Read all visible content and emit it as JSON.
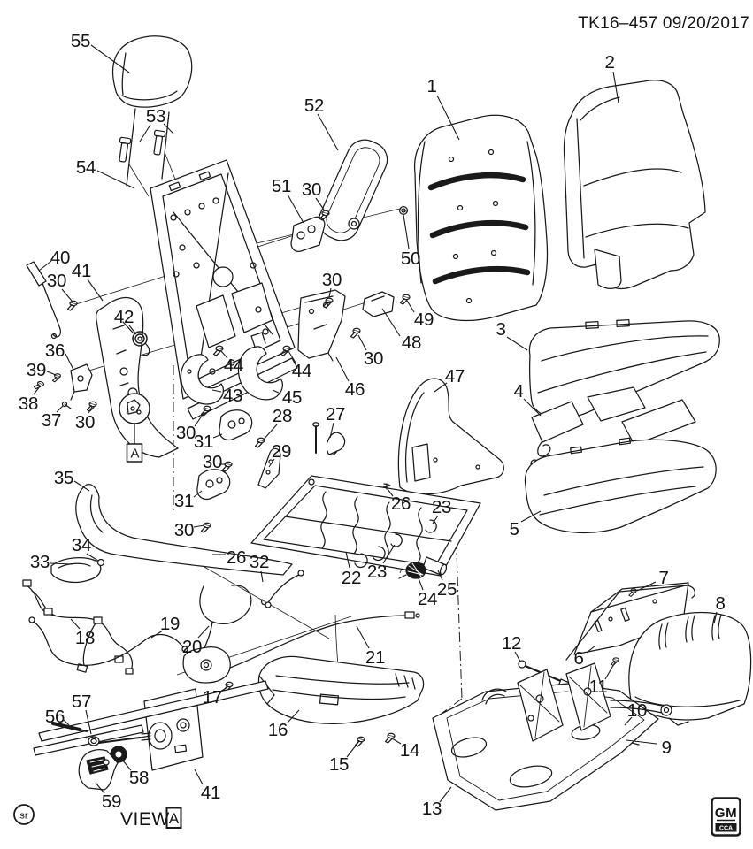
{
  "title": "TK16–457 09/20/2017",
  "view": {
    "prefix": "VIEW",
    "letter": "A"
  },
  "detail_marker": {
    "letter": "A"
  },
  "stamp": "sr",
  "logo": {
    "primary": "GM",
    "secondary": "CCA"
  },
  "colors": {
    "ink": "#1a1a1a",
    "background": "#ffffff"
  },
  "callouts": [
    {
      "n": "55",
      "t": [
        91,
        46
      ],
      "l": [
        [
          103,
          51
        ],
        [
          146,
          82
        ]
      ]
    },
    {
      "n": "53",
      "t": [
        176,
        131
      ],
      "l": [
        [
          170,
          141
        ],
        [
          158,
          160
        ]
      ],
      "l2": [
        [
          185,
          140
        ],
        [
          196,
          151
        ]
      ]
    },
    {
      "n": "54",
      "t": [
        97,
        189
      ],
      "l": [
        [
          110,
          193
        ],
        [
          152,
          213
        ]
      ]
    },
    {
      "n": "52",
      "t": [
        355,
        119
      ],
      "l": [
        [
          359,
          129
        ],
        [
          382,
          170
        ]
      ]
    },
    {
      "n": "30",
      "t": [
        352,
        214
      ],
      "l": [
        [
          357,
          224
        ],
        [
          366,
          237
        ]
      ]
    },
    {
      "n": "51",
      "t": [
        318,
        210
      ],
      "l": [
        [
          325,
          220
        ],
        [
          343,
          252
        ]
      ]
    },
    {
      "n": "50",
      "t": [
        464,
        292
      ],
      "l": [
        [
          462,
          281
        ],
        [
          456,
          243
        ]
      ]
    },
    {
      "n": "1",
      "t": [
        488,
        97
      ],
      "l": [
        [
          494,
          108
        ],
        [
          519,
          158
        ]
      ]
    },
    {
      "n": "2",
      "t": [
        689,
        70
      ],
      "l": [
        [
          693,
          81
        ],
        [
          699,
          116
        ]
      ]
    },
    {
      "n": "40",
      "t": [
        68,
        291
      ],
      "l": [
        [
          58,
          295
        ],
        [
          44,
          306
        ]
      ]
    },
    {
      "n": "30",
      "t": [
        64,
        317
      ],
      "l": [
        [
          70,
          327
        ],
        [
          81,
          340
        ]
      ]
    },
    {
      "n": "41",
      "t": [
        92,
        306
      ],
      "l": [
        [
          99,
          316
        ],
        [
          116,
          340
        ]
      ]
    },
    {
      "n": "42",
      "t": [
        140,
        358
      ],
      "l": [
        [
          146,
          368
        ],
        [
          154,
          378
        ]
      ]
    },
    {
      "n": "36",
      "t": [
        62,
        396
      ],
      "l": [
        [
          74,
          400
        ],
        [
          83,
          418
        ]
      ]
    },
    {
      "n": "39",
      "t": [
        41,
        418
      ],
      "l": [
        [
          53,
          420
        ],
        [
          63,
          424
        ]
      ]
    },
    {
      "n": "38",
      "t": [
        32,
        456
      ],
      "l": [
        [
          38,
          446
        ],
        [
          45,
          437
        ]
      ]
    },
    {
      "n": "37",
      "t": [
        58,
        475
      ],
      "l": [
        [
          64,
          466
        ],
        [
          71,
          459
        ]
      ]
    },
    {
      "n": "30",
      "t": [
        96,
        477
      ],
      "l": [
        [
          100,
          467
        ],
        [
          104,
          460
        ]
      ]
    },
    {
      "n": "44",
      "t": [
        264,
        413
      ],
      "l": [
        [
          257,
          405
        ],
        [
          250,
          397
        ]
      ]
    },
    {
      "n": "43",
      "t": [
        263,
        447
      ],
      "l": [
        [
          250,
          443
        ],
        [
          240,
          441
        ]
      ]
    },
    {
      "n": "44",
      "t": [
        341,
        419
      ],
      "l": [
        [
          334,
          410
        ],
        [
          326,
          397
        ]
      ]
    },
    {
      "n": "45",
      "t": [
        330,
        449
      ],
      "l": [
        [
          317,
          445
        ],
        [
          308,
          441
        ]
      ]
    },
    {
      "n": "46",
      "t": [
        401,
        440
      ],
      "l": [
        [
          394,
          431
        ],
        [
          380,
          404
        ]
      ]
    },
    {
      "n": "30",
      "t": [
        375,
        316
      ],
      "l": [
        [
          374,
          326
        ],
        [
          372,
          336
        ]
      ]
    },
    {
      "n": "48",
      "t": [
        465,
        387
      ],
      "l": [
        [
          452,
          380
        ],
        [
          432,
          349
        ]
      ]
    },
    {
      "n": "49",
      "t": [
        479,
        361
      ],
      "l": [
        [
          468,
          353
        ],
        [
          460,
          340
        ]
      ]
    },
    {
      "n": "30",
      "t": [
        422,
        405
      ],
      "l": [
        [
          414,
          396
        ],
        [
          405,
          379
        ]
      ]
    },
    {
      "n": "47",
      "t": [
        514,
        425
      ],
      "l": [
        [
          505,
          433
        ],
        [
          491,
          443
        ]
      ]
    },
    {
      "n": "3",
      "t": [
        566,
        372
      ],
      "l": [
        [
          573,
          381
        ],
        [
          596,
          396
        ]
      ]
    },
    {
      "n": "4",
      "t": [
        586,
        442
      ],
      "l": [
        [
          592,
          451
        ],
        [
          611,
          470
        ]
      ]
    },
    {
      "n": "5",
      "t": [
        581,
        598
      ],
      "l": [
        [
          589,
          590
        ],
        [
          611,
          578
        ]
      ]
    },
    {
      "n": "28",
      "t": [
        319,
        470
      ],
      "l": [
        [
          313,
          480
        ],
        [
          297,
          498
        ]
      ]
    },
    {
      "n": "27",
      "t": [
        379,
        468
      ],
      "l": [
        [
          377,
          478
        ],
        [
          373,
          495
        ]
      ]
    },
    {
      "n": "29",
      "t": [
        318,
        510
      ],
      "l": [
        [
          310,
          519
        ],
        [
          304,
          528
        ]
      ]
    },
    {
      "n": "30",
      "t": [
        210,
        489
      ],
      "l": [
        [
          220,
          482
        ],
        [
          231,
          466
        ]
      ]
    },
    {
      "n": "31",
      "t": [
        230,
        499
      ],
      "l": [
        [
          241,
          495
        ],
        [
          251,
          491
        ]
      ]
    },
    {
      "n": "30",
      "t": [
        240,
        522
      ],
      "l": [
        [
          248,
          525
        ],
        [
          255,
          525
        ]
      ]
    },
    {
      "n": "31",
      "t": [
        208,
        566
      ],
      "l": [
        [
          219,
          562
        ],
        [
          228,
          555
        ]
      ]
    },
    {
      "n": "30",
      "t": [
        208,
        599
      ],
      "l": [
        [
          219,
          596
        ],
        [
          231,
          594
        ]
      ]
    },
    {
      "n": "26",
      "t": [
        453,
        569
      ],
      "l": [
        [
          444,
          561
        ],
        [
          438,
          553
        ]
      ]
    },
    {
      "n": "23",
      "t": [
        499,
        573
      ],
      "l": [
        [
          495,
          583
        ],
        [
          489,
          592
        ]
      ]
    },
    {
      "n": "23",
      "t": [
        426,
        646
      ],
      "l": [
        [
          433,
          637
        ],
        [
          446,
          616
        ]
      ]
    },
    {
      "n": "24",
      "t": [
        483,
        677
      ],
      "l": [
        [
          478,
          667
        ],
        [
          473,
          654
        ]
      ]
    },
    {
      "n": "25",
      "t": [
        505,
        666
      ],
      "l": [
        [
          500,
          656
        ],
        [
          495,
          645
        ]
      ]
    },
    {
      "n": "22",
      "t": [
        397,
        653
      ],
      "l": [
        [
          395,
          642
        ],
        [
          391,
          624
        ]
      ]
    },
    {
      "n": "26",
      "t": [
        267,
        630
      ],
      "l": [
        [
          255,
          627
        ],
        [
          240,
          627
        ]
      ]
    },
    {
      "n": "32",
      "t": [
        293,
        635
      ],
      "l": [
        [
          295,
          646
        ],
        [
          297,
          658
        ]
      ]
    },
    {
      "n": "33",
      "t": [
        45,
        635
      ],
      "l": [
        [
          57,
          637
        ],
        [
          82,
          638
        ]
      ]
    },
    {
      "n": "34",
      "t": [
        92,
        616
      ],
      "l": [
        [
          98,
          626
        ],
        [
          111,
          634
        ]
      ]
    },
    {
      "n": "35",
      "t": [
        72,
        540
      ],
      "l": [
        [
          84,
          544
        ],
        [
          101,
          555
        ]
      ]
    },
    {
      "n": "18",
      "t": [
        96,
        721
      ],
      "l": [
        [
          90,
          711
        ],
        [
          80,
          700
        ]
      ]
    },
    {
      "n": "19",
      "t": [
        192,
        705
      ],
      "l": [
        [
          184,
          713
        ],
        [
          171,
          721
        ]
      ]
    },
    {
      "n": "20",
      "t": [
        217,
        731
      ],
      "l": [
        [
          224,
          721
        ],
        [
          236,
          708
        ]
      ]
    },
    {
      "n": "21",
      "t": [
        424,
        743
      ],
      "l": [
        [
          417,
          733
        ],
        [
          403,
          708
        ]
      ]
    },
    {
      "n": "17",
      "t": [
        240,
        788
      ],
      "l": [
        [
          249,
          782
        ],
        [
          257,
          777
        ]
      ]
    },
    {
      "n": "16",
      "t": [
        314,
        825
      ],
      "l": [
        [
          325,
          817
        ],
        [
          338,
          803
        ]
      ]
    },
    {
      "n": "15",
      "t": [
        383,
        864
      ],
      "l": [
        [
          392,
          856
        ],
        [
          406,
          838
        ]
      ]
    },
    {
      "n": "14",
      "t": [
        463,
        848
      ],
      "l": [
        [
          453,
          841
        ],
        [
          443,
          835
        ]
      ]
    },
    {
      "n": "41",
      "t": [
        238,
        896
      ],
      "l": [
        [
          229,
          887
        ],
        [
          220,
          870
        ]
      ]
    },
    {
      "n": "56",
      "t": [
        62,
        810
      ],
      "l": [
        [
          72,
          814
        ],
        [
          78,
          820
        ]
      ]
    },
    {
      "n": "57",
      "t": [
        92,
        793
      ],
      "l": [
        [
          97,
          803
        ],
        [
          103,
          830
        ]
      ]
    },
    {
      "n": "58",
      "t": [
        157,
        879
      ],
      "l": [
        [
          148,
          871
        ],
        [
          138,
          859
        ]
      ]
    },
    {
      "n": "59",
      "t": [
        126,
        906
      ],
      "l": [
        [
          118,
          897
        ],
        [
          108,
          885
        ]
      ]
    },
    {
      "n": "12",
      "t": [
        578,
        727
      ],
      "l": [
        [
          582,
          737
        ],
        [
          588,
          748
        ]
      ]
    },
    {
      "n": "6",
      "t": [
        654,
        744
      ],
      "l": [
        [
          663,
          738
        ],
        [
          673,
          730
        ]
      ]
    },
    {
      "n": "7",
      "t": [
        750,
        653
      ],
      "l": [
        [
          741,
          658
        ],
        [
          720,
          668
        ]
      ]
    },
    {
      "n": "8",
      "t": [
        814,
        682
      ],
      "l": [
        [
          810,
          692
        ],
        [
          807,
          705
        ]
      ]
    },
    {
      "n": "11",
      "t": [
        676,
        776
      ],
      "l": [
        [
          684,
          768
        ],
        [
          695,
          749
        ]
      ]
    },
    {
      "n": "10",
      "t": [
        720,
        803
      ],
      "l": [
        [
          714,
          811
        ],
        [
          706,
          820
        ]
      ]
    },
    {
      "n": "9",
      "t": [
        753,
        845
      ],
      "l": [
        [
          742,
          841
        ],
        [
          708,
          837
        ]
      ]
    },
    {
      "n": "13",
      "t": [
        488,
        914
      ],
      "l": [
        [
          497,
          907
        ],
        [
          510,
          890
        ]
      ]
    }
  ]
}
